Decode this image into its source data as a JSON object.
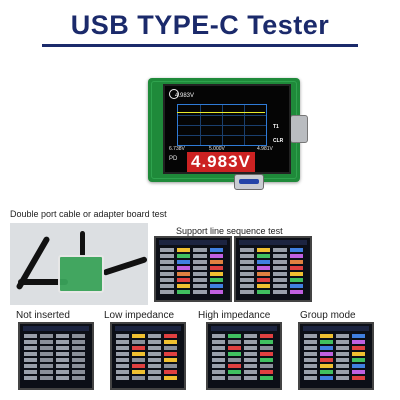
{
  "title": "USB TYPE-C Tester",
  "device": {
    "top_reading": "4.983V",
    "main_voltage": "4.983V",
    "left_reading": "6.738V",
    "mid_reading": "5.000V",
    "right_reading": "4.981V",
    "mode_label": "PD",
    "side_label_1": "T1",
    "side_label_2": "CLR"
  },
  "captions": {
    "double_port": "Double port cable or adapter board test",
    "sequence": "Support line sequence test"
  },
  "modes": [
    "Not inserted",
    "Low impedance",
    "High impedance",
    "Group mode"
  ],
  "colors": {
    "title": "#1b2a6b",
    "pcb": "#1f8a3a",
    "screen_bg": "#050505",
    "trace": "#e8ea2a"
  }
}
